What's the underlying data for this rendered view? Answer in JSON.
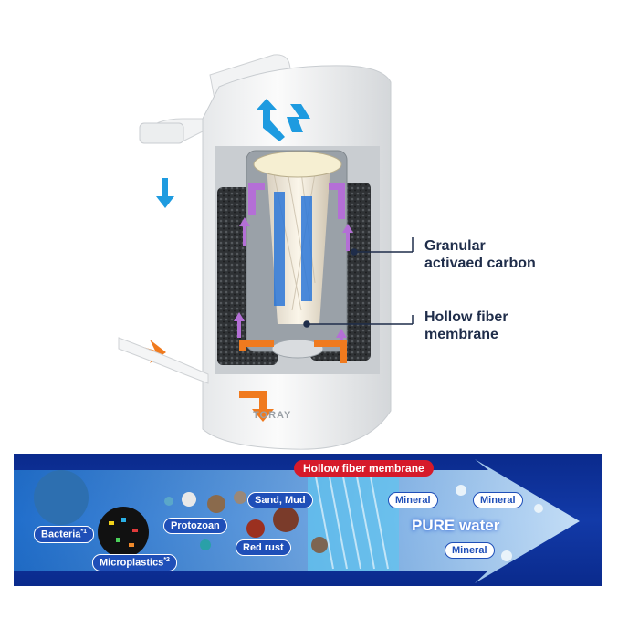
{
  "labels": {
    "carbon_line1": "Granular",
    "carbon_line2": "activaed carbon",
    "membrane_line1": "Hollow fiber",
    "membrane_line2": "membrane",
    "brand": "TORAY"
  },
  "banner": {
    "title": "Hollow fiber membrane",
    "bacteria": "Bacteria",
    "bacteria_note": "*1",
    "microplastics": "Microplastics",
    "microplastics_note": "*2",
    "protozoan": "Protozoan",
    "sand_mud": "Sand, Mud",
    "red_rust": "Red rust",
    "mineral_1": "Mineral",
    "mineral_2": "Mineral",
    "mineral_3": "Mineral",
    "pure_water": "PURE water"
  },
  "colors": {
    "flow_in": "#f07a1e",
    "flow_out": "#1e9be0",
    "flow_inner": "#b46fd6",
    "banner_bg": "#0a2a8c",
    "label_pill": "#1f4fb8",
    "title_pill": "#d61a2a"
  }
}
